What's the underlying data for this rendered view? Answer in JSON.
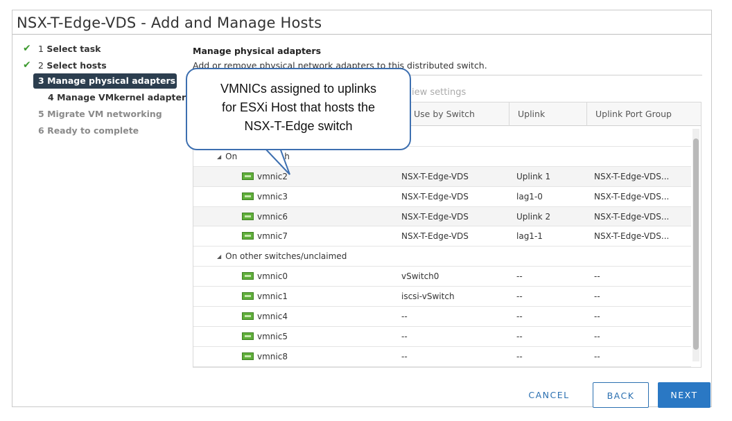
{
  "dialog": {
    "title": "NSX-T-Edge-VDS - Add and Manage Hosts"
  },
  "steps": [
    {
      "num": "1",
      "label": "Select task",
      "state": "done"
    },
    {
      "num": "2",
      "label": "Select hosts",
      "state": "done"
    },
    {
      "num": "3",
      "label": "Manage physical adapters",
      "state": "active"
    },
    {
      "num": "4",
      "label": "Manage VMkernel adapters",
      "state": "next"
    },
    {
      "num": "5",
      "label": "Migrate VM networking",
      "state": "muted"
    },
    {
      "num": "6",
      "label": "Ready to complete",
      "state": "muted"
    }
  ],
  "main": {
    "title": "Manage physical adapters",
    "description": "Add or remove physical network adapters to this distributed switch.",
    "view_settings": "iew settings",
    "columns": {
      "in_use_by": "Use by Switch",
      "uplink": "Uplink",
      "uplink_port_group": "Uplink Port Group"
    },
    "groups": [
      {
        "label": "On",
        "label_tail": "h",
        "rows": [
          {
            "name": "vmnic2",
            "switch": "NSX-T-Edge-VDS",
            "uplink": "Uplink 1",
            "port_group": "NSX-T-Edge-VDS..."
          },
          {
            "name": "vmnic3",
            "switch": "NSX-T-Edge-VDS",
            "uplink": "lag1-0",
            "port_group": "NSX-T-Edge-VDS..."
          },
          {
            "name": "vmnic6",
            "switch": "NSX-T-Edge-VDS",
            "uplink": "Uplink 2",
            "port_group": "NSX-T-Edge-VDS..."
          },
          {
            "name": "vmnic7",
            "switch": "NSX-T-Edge-VDS",
            "uplink": "lag1-1",
            "port_group": "NSX-T-Edge-VDS..."
          }
        ]
      },
      {
        "label": "On other switches/unclaimed",
        "rows": [
          {
            "name": "vmnic0",
            "switch": "vSwitch0",
            "uplink": "--",
            "port_group": "--"
          },
          {
            "name": "vmnic1",
            "switch": "iscsi-vSwitch",
            "uplink": "--",
            "port_group": "--"
          },
          {
            "name": "vmnic4",
            "switch": "--",
            "uplink": "--",
            "port_group": "--"
          },
          {
            "name": "vmnic5",
            "switch": "--",
            "uplink": "--",
            "port_group": "--"
          },
          {
            "name": "vmnic8",
            "switch": "--",
            "uplink": "--",
            "port_group": "--"
          }
        ]
      }
    ]
  },
  "buttons": {
    "cancel": "CANCEL",
    "back": "BACK",
    "next": "NEXT"
  },
  "callout": {
    "line1": "VMNICs assigned  to uplinks",
    "line2": "for ESXi Host that hosts the",
    "line3": "NSX-T-Edge switch"
  },
  "colors": {
    "accent": "#2a78c4",
    "active_step": "#2c3e4f",
    "check": "#3c9a2e",
    "callout_border": "#3d6fb0"
  }
}
